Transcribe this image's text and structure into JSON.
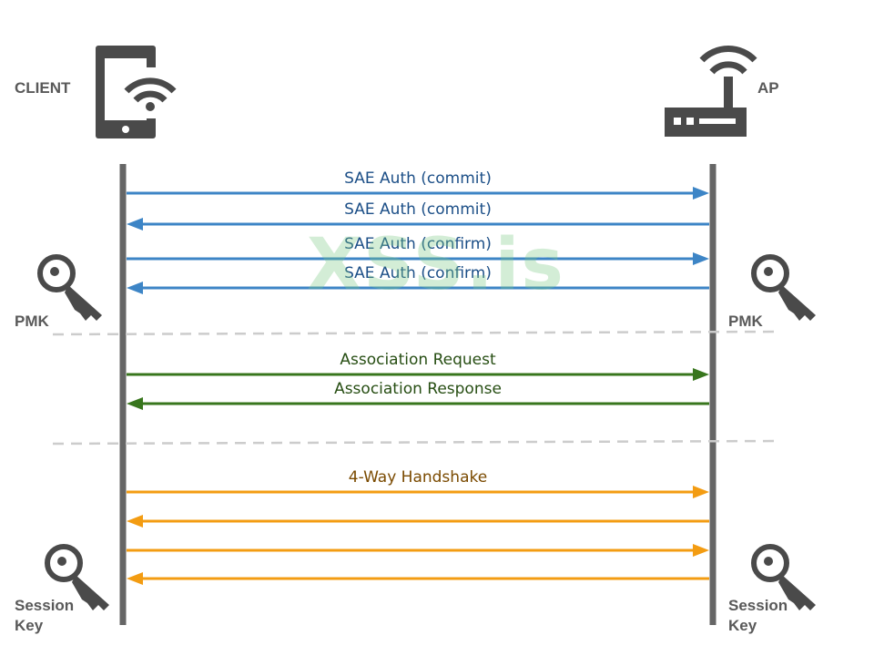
{
  "participants": {
    "client_label": "CLIENT",
    "ap_label": "AP"
  },
  "keys": {
    "pmk_label": "PMK",
    "session_key_line1": "Session",
    "session_key_line2": "Key"
  },
  "messages": [
    {
      "label": "SAE Auth (commit)",
      "direction": "client-to-ap",
      "group": "sae"
    },
    {
      "label": "SAE Auth (commit)",
      "direction": "ap-to-client",
      "group": "sae"
    },
    {
      "label": "SAE Auth (confirm)",
      "direction": "client-to-ap",
      "group": "sae"
    },
    {
      "label": "SAE Auth (confirm)",
      "direction": "ap-to-client",
      "group": "sae"
    },
    {
      "label": "Association Request",
      "direction": "client-to-ap",
      "group": "assoc"
    },
    {
      "label": "Association Response",
      "direction": "ap-to-client",
      "group": "assoc"
    },
    {
      "label": "4-Way Handshake",
      "direction": "client-to-ap",
      "group": "handshake"
    },
    {
      "label": "",
      "direction": "ap-to-client",
      "group": "handshake"
    },
    {
      "label": "",
      "direction": "client-to-ap",
      "group": "handshake"
    },
    {
      "label": "",
      "direction": "ap-to-client",
      "group": "handshake"
    }
  ],
  "colors": {
    "lifeline": "#666666",
    "sae_arrow": "#3d85c6",
    "sae_text": "#1c4f87",
    "assoc_arrow": "#38761d",
    "assoc_text": "#274e13",
    "handshake_arrow": "#f39c12",
    "handshake_text": "#7a4a00",
    "divider": "#cccccc",
    "icon": "#4a4a4a"
  },
  "icons": [
    "phone-wifi-icon",
    "router-icon",
    "key-icon"
  ],
  "watermark": "XSS.is"
}
